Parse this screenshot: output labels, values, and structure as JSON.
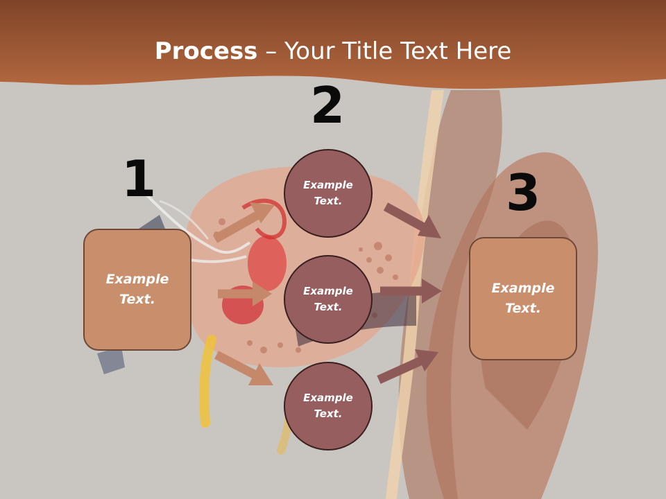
{
  "title": {
    "bold": "Process",
    "rest": " – Your Title Text Here"
  },
  "steps": {
    "left": {
      "number": "1",
      "text": "Example\nText."
    },
    "middle": {
      "number": "2",
      "items": [
        {
          "text": "Example\nText."
        },
        {
          "text": "Example\nText."
        },
        {
          "text": "Example\nText."
        }
      ]
    },
    "right": {
      "number": "3",
      "text": "Example\nText."
    }
  },
  "colors": {
    "header": "#a9593a",
    "box": "#c98e6c",
    "circle": "#965e5e",
    "arrow_light": "#c6886a",
    "arrow_dark": "#8e5a58"
  }
}
